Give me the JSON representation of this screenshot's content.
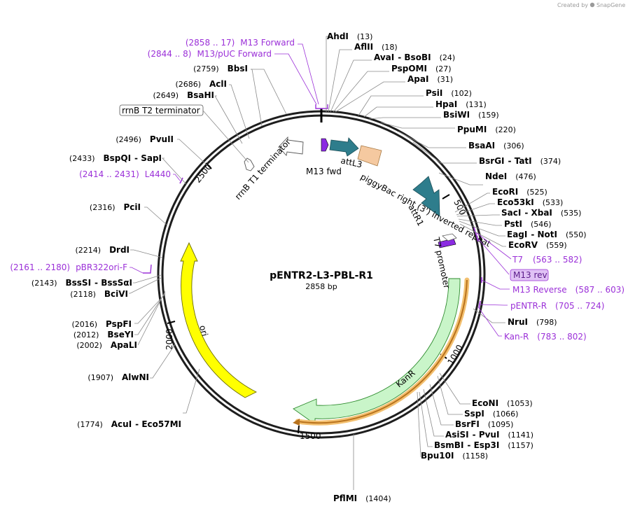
{
  "credit": {
    "prefix": "Created by",
    "brand": "SnapGene"
  },
  "plasmid": {
    "name": "pENTR2-L3-PBL-R1",
    "length": "2858 bp"
  },
  "ticks": [
    "500",
    "1000",
    "1500",
    "2000",
    "2500"
  ],
  "features": {
    "m13fwd": "M13 fwd",
    "attL3": "attL3",
    "piggybac": "piggyBac right (3') inverted repeat",
    "attR1": "attR1",
    "t7promoter": "T7 promoter",
    "kanr": "KanR",
    "ori": "ori",
    "rrnbt1": "rrnB T1 terminator",
    "rrnbt2": "rrnB T2 terminator"
  },
  "enzymes": [
    {
      "id": "ahdi",
      "name": "AhdI",
      "pos": "(13)"
    },
    {
      "id": "aflii",
      "name": "AflII",
      "pos": "(18)"
    },
    {
      "id": "avai",
      "name": "AvaI",
      "sep": "- BsoBI",
      "pos": "(24)"
    },
    {
      "id": "pspomi",
      "name": "PspOMI",
      "pos": "(27)"
    },
    {
      "id": "apai",
      "name": "ApaI",
      "pos": "(31)"
    },
    {
      "id": "psii",
      "name": "PsiI",
      "pos": "(102)"
    },
    {
      "id": "hpai",
      "name": "HpaI",
      "pos": "(131)"
    },
    {
      "id": "bsiwi",
      "name": "BsiWI",
      "pos": "(159)"
    },
    {
      "id": "ppumi",
      "name": "PpuMI",
      "pos": "(220)"
    },
    {
      "id": "bsaai",
      "name": "BsaAI",
      "pos": "(306)"
    },
    {
      "id": "bsrgi",
      "name": "BsrGI",
      "sep": "- TatI",
      "pos": "(374)"
    },
    {
      "id": "ndei",
      "name": "NdeI",
      "pos": "(476)"
    },
    {
      "id": "ecori",
      "name": "EcoRI",
      "pos": "(525)"
    },
    {
      "id": "eco53ki",
      "name": "Eco53kI",
      "pos": "(533)"
    },
    {
      "id": "saci",
      "name": "SacI",
      "sep": "- XbaI",
      "pos": "(535)"
    },
    {
      "id": "psti",
      "name": "PstI",
      "pos": "(546)"
    },
    {
      "id": "eagi",
      "name": "EagI",
      "sep": "- NotI",
      "pos": "(550)"
    },
    {
      "id": "ecorv",
      "name": "EcoRV",
      "pos": "(559)"
    },
    {
      "id": "nrui",
      "name": "NruI",
      "pos": "(798)"
    },
    {
      "id": "econi",
      "name": "EcoNI",
      "pos": "(1053)"
    },
    {
      "id": "sspi",
      "name": "SspI",
      "pos": "(1066)"
    },
    {
      "id": "bsrfi",
      "name": "BsrFI",
      "pos": "(1095)"
    },
    {
      "id": "asisi",
      "name": "AsiSI",
      "sep": "- PvuI",
      "pos": "(1141)"
    },
    {
      "id": "bsmbi",
      "name": "BsmBI",
      "sep": "- Esp3I",
      "pos": "(1157)"
    },
    {
      "id": "bpu10i",
      "name": "Bpu10I",
      "pos": "(1158)"
    },
    {
      "id": "pflmi",
      "name": "PflMI",
      "pos": "(1404)"
    },
    {
      "id": "acui",
      "name": "AcuI",
      "sep": "- Eco57MI",
      "pos": "(1774)"
    },
    {
      "id": "alwni",
      "name": "AlwNI",
      "pos": "(1907)"
    },
    {
      "id": "apali",
      "name": "ApaLI",
      "pos": "(2002)"
    },
    {
      "id": "bseyi",
      "name": "BseYI",
      "pos": "(2012)"
    },
    {
      "id": "pspfi",
      "name": "PspFI",
      "pos": "(2016)"
    },
    {
      "id": "bcivi",
      "name": "BciVI",
      "pos": "(2118)"
    },
    {
      "id": "bsssi",
      "name": "BssSI",
      "sep": "- BssSαI",
      "pos": "(2143)"
    },
    {
      "id": "drdi",
      "name": "DrdI",
      "pos": "(2214)"
    },
    {
      "id": "pcii",
      "name": "PciI",
      "pos": "(2316)"
    },
    {
      "id": "bspqi",
      "name": "BspQI",
      "sep": "- SapI",
      "pos": "(2433)"
    },
    {
      "id": "pvuii",
      "name": "PvuII",
      "pos": "(2496)"
    },
    {
      "id": "bsahi",
      "name": "BsaHI",
      "pos": "(2649)"
    },
    {
      "id": "acli",
      "name": "AclI",
      "pos": "(2686)"
    },
    {
      "id": "bbsi",
      "name": "BbsI",
      "pos": "(2759)"
    }
  ],
  "primers": [
    {
      "id": "m13forward",
      "name": "M13 Forward",
      "range": "(2858 .. 17)"
    },
    {
      "id": "m13puc",
      "name": "M13/pUC Forward",
      "range": "(2844 .. 8)"
    },
    {
      "id": "t7",
      "name": "T7",
      "range": "(563 .. 582)"
    },
    {
      "id": "m13rev",
      "name": "M13 rev",
      "range": ""
    },
    {
      "id": "m13reverse",
      "name": "M13 Reverse",
      "range": "(587 .. 603)"
    },
    {
      "id": "pentrr",
      "name": "pENTR-R",
      "range": "(705 .. 724)"
    },
    {
      "id": "kanr",
      "name": "Kan-R",
      "range": "(783 .. 802)"
    },
    {
      "id": "pbr322",
      "name": "pBR322ori-F",
      "range": "(2161 .. 2180)"
    },
    {
      "id": "l4440",
      "name": "L4440",
      "range": "(2414 .. 2431)"
    }
  ],
  "colors": {
    "backbone": "#1e1e1e",
    "attL3": "#2e7d8c",
    "attR1": "#2e7d8c",
    "piggybac": "#f5c9a0",
    "m13fwd": "#8b2be2",
    "t7promoter": "#8b2be2",
    "kanr": "#c9f5c9",
    "ori": "#ffff00",
    "primer": "#9b30d8",
    "kanr_primer_glow": "#f3c070"
  }
}
